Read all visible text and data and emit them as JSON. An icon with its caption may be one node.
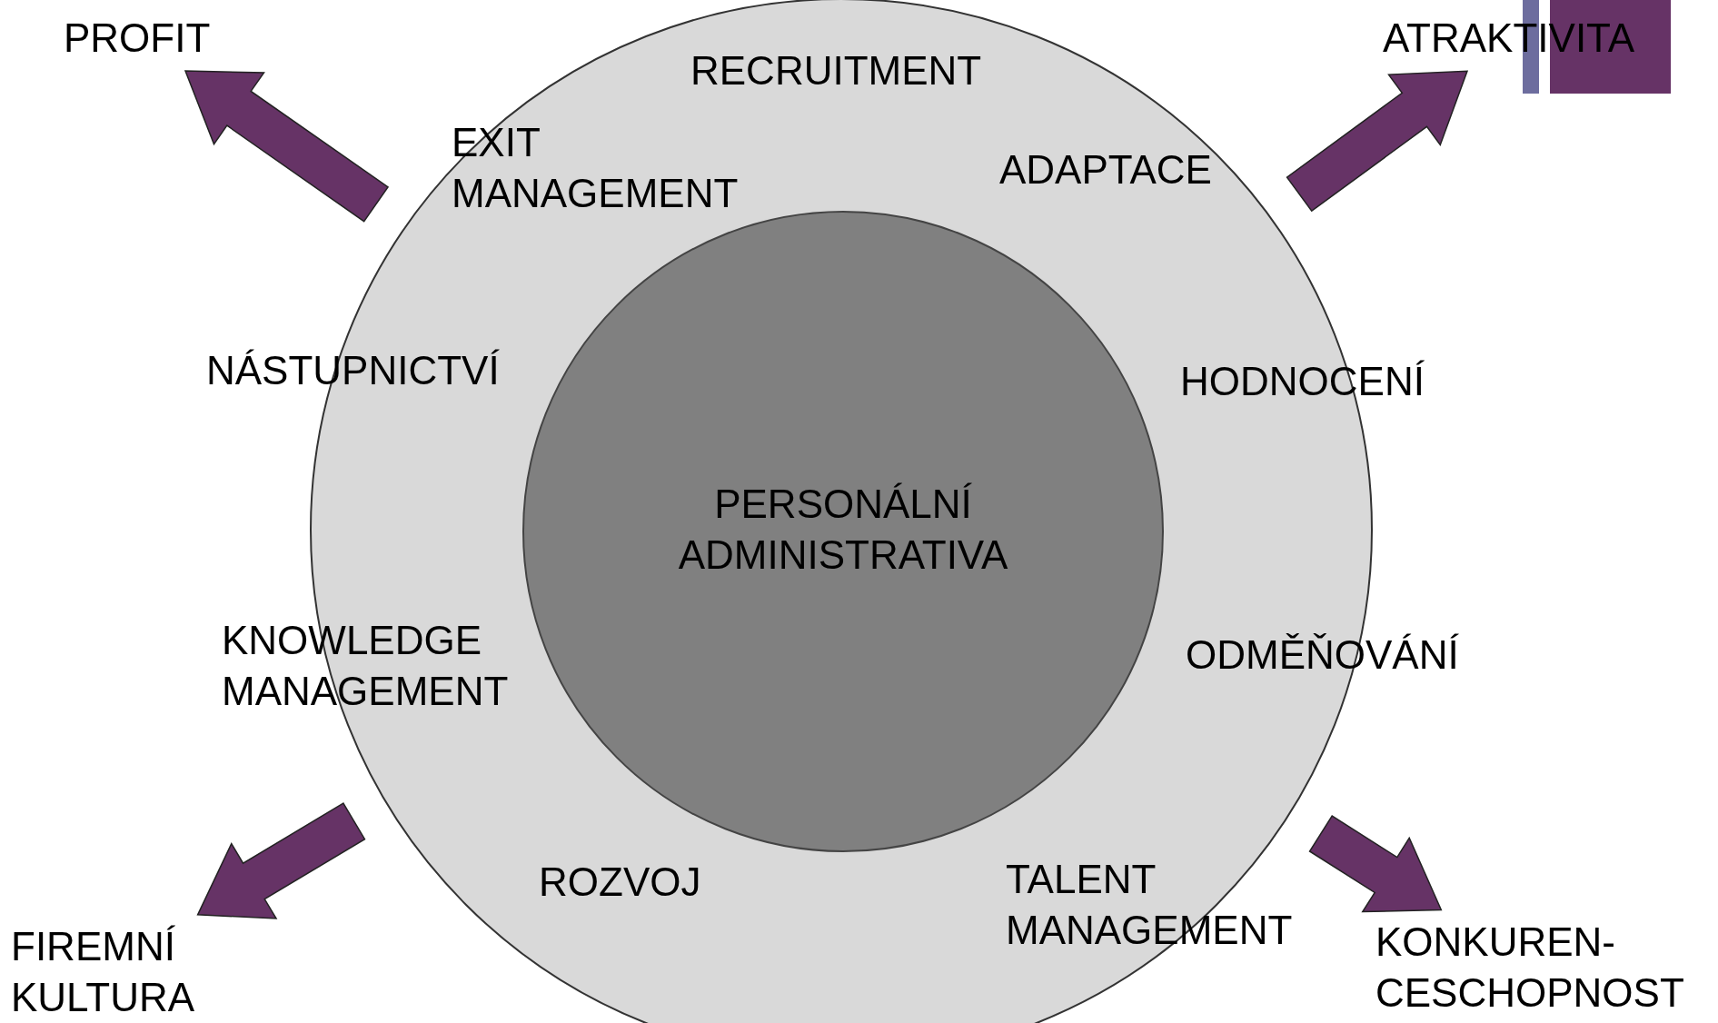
{
  "diagram": {
    "nodes": [
      {
        "text": [
          "PROFIT"
        ]
      },
      {
        "text": [
          "ATRAKTIVITA"
        ]
      },
      {
        "text": [],
        "shape": "circle"
      },
      {
        "text": [
          "PERSONÁLNÍ ADMINISTRATIVA"
        ],
        "in": 2
      },
      {
        "text": [
          "FIREMNÍ KULTURA"
        ]
      },
      {
        "text": [
          "KONKUREN- CESCHOPNOST"
        ]
      }
    ],
    "edges": [
      {
        "from": 2,
        "to": 0,
        "arrow": "to",
        "style": "thick"
      },
      {
        "from": 2,
        "to": 1,
        "arrow": "to",
        "style": "thick"
      },
      {
        "from": 2,
        "to": 4,
        "arrow": "to",
        "style": "thick"
      },
      {
        "from": 2,
        "to": 5,
        "arrow": "to",
        "style": "thick"
      }
    ],
    "labels": [
      "RECRUITMENT",
      "EXIT MANAGEMENT",
      "ADAPTACE",
      "NÁSTUPNICTVÍ",
      "HODNOCENÍ",
      "KNOWLEDGE MANAGEMENT",
      "ODMĚŇOVÁNÍ",
      "ROZVOJ",
      "TALENT MANAGEMENT"
    ]
  }
}
